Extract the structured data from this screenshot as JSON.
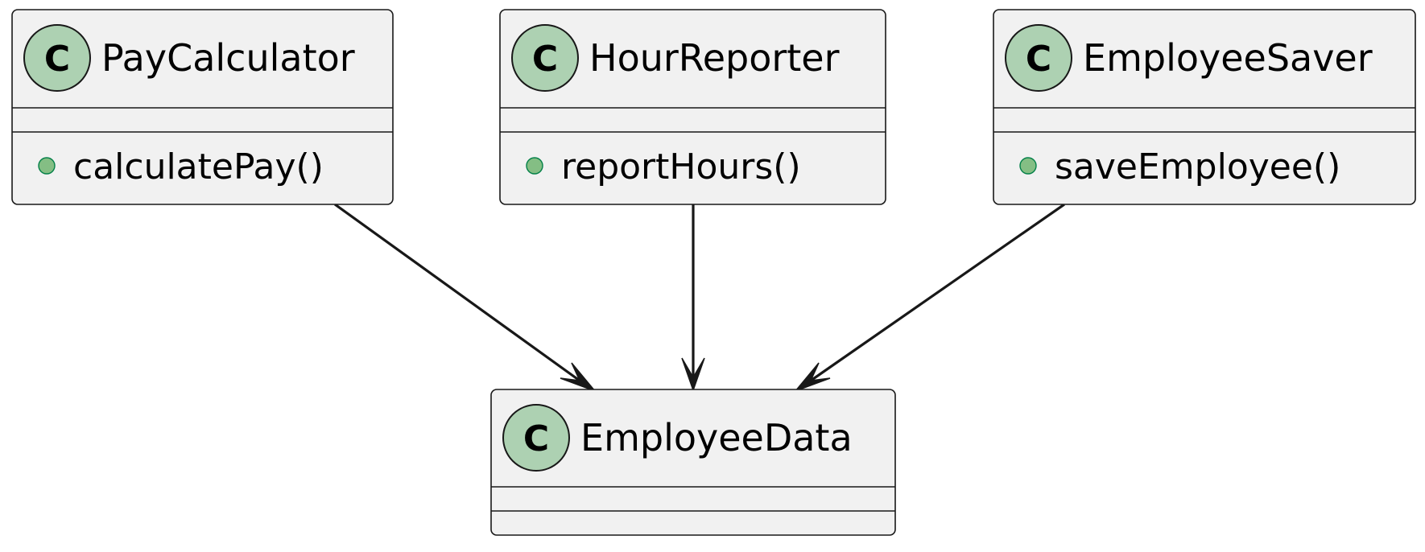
{
  "colors": {
    "box_fill": "#F1F1F1",
    "border": "#181818",
    "badge_fill": "#ADD1B2",
    "visibility_dot": "#84BE84"
  },
  "classes": [
    {
      "id": "pay-calculator",
      "badge": "C",
      "name": "PayCalculator",
      "methods": [
        {
          "visibility": "public",
          "signature": "calculatePay()"
        }
      ]
    },
    {
      "id": "hour-reporter",
      "badge": "C",
      "name": "HourReporter",
      "methods": [
        {
          "visibility": "public",
          "signature": "reportHours()"
        }
      ]
    },
    {
      "id": "employee-saver",
      "badge": "C",
      "name": "EmployeeSaver",
      "methods": [
        {
          "visibility": "public",
          "signature": "saveEmployee()"
        }
      ]
    },
    {
      "id": "employee-data",
      "badge": "C",
      "name": "EmployeeData",
      "methods": []
    }
  ],
  "relations": [
    {
      "from": "PayCalculator",
      "to": "EmployeeData",
      "type": "directed-association"
    },
    {
      "from": "HourReporter",
      "to": "EmployeeData",
      "type": "directed-association"
    },
    {
      "from": "EmployeeSaver",
      "to": "EmployeeData",
      "type": "directed-association"
    }
  ]
}
